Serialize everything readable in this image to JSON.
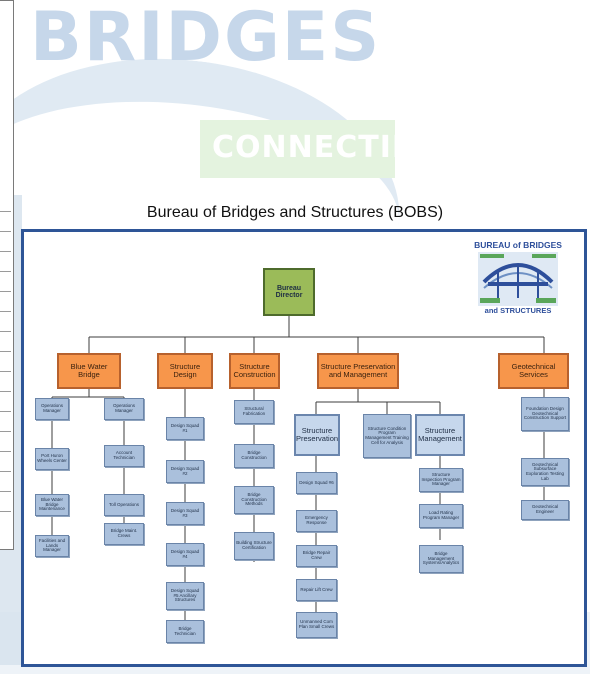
{
  "background": {
    "title_word": "BRIDGES",
    "tagline_word": "CONNECTING"
  },
  "caption": "Bureau of Bridges and Structures (BOBS)",
  "logo": {
    "title": "BUREAU of BRIDGES",
    "subtitle": "and STRUCTURES"
  },
  "org_chart": {
    "director": "Bureau Director",
    "divisions": [
      {
        "key": "bwb",
        "label": "Blue Water Bridge"
      },
      {
        "key": "sd",
        "label": "Structure Design"
      },
      {
        "key": "sc",
        "label": "Structure Construction"
      },
      {
        "key": "spm",
        "label": "Structure Preservation and Management"
      },
      {
        "key": "geo",
        "label": "Geotechnical Services"
      }
    ],
    "units": {
      "bwb_left": [
        "Operations Manager",
        "Port Huron Wheels Center",
        "Blue Water Bridge Maintenance",
        "Facilities and Lands Manager"
      ],
      "bwb_right": [
        "Operations Manager",
        "Account Technician",
        "Toll Operations",
        "Bridge Maint. Crews"
      ],
      "sd": [
        "Design Squad #1",
        "Design Squad #2",
        "Design Squad #3",
        "Design Squad #4",
        "Design Squad #5 Ancillary Structures",
        "Bridge Technician"
      ],
      "sc": [
        "Structural Fabrication",
        "Bridge Construction",
        "Bridge Construction Methods",
        "Building Structure Certification"
      ],
      "spm_preservation_title": "Structure Preservation",
      "spm_preservation": [
        "Design Squad #6",
        "Emergency Response",
        "Bridge Repair Crew",
        "Repair Lift Crew",
        "Unmanned Com Plan Small Crews"
      ],
      "spm_program": "Structure Condition Program Management Training Cell for Analysis",
      "spm_management_title": "Structure Management",
      "spm_management": [
        "Structure Inspection Program Manager",
        "Load Rating Program Manager",
        "Bridge Management Systems/Analytics"
      ],
      "geo": [
        "Foundation Design Geotechnical Construction Support",
        "Geotechnical Subsurface Exploration Testing Lab",
        "Geotechnical Engineer"
      ]
    }
  },
  "colors": {
    "frame": "#2e5597",
    "director": "#9bbb59",
    "division": "#f7964b",
    "unit": "#aac0dc",
    "connector": "#3c3c3c"
  }
}
